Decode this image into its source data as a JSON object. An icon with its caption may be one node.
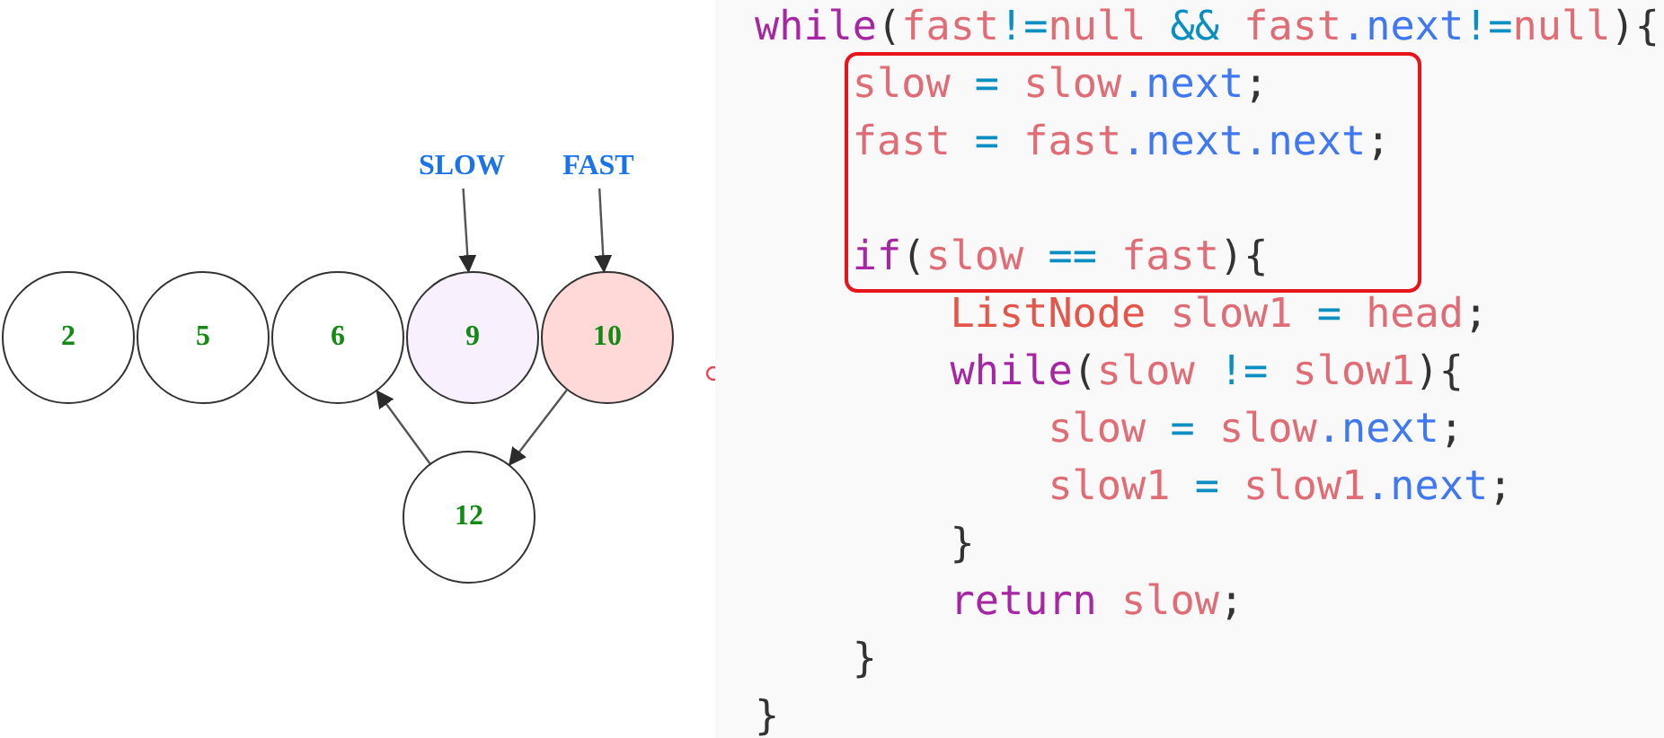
{
  "diagram": {
    "nodes": [
      {
        "text": [
          "2"
        ]
      },
      {
        "text": [
          "5"
        ]
      },
      {
        "text": [
          "6"
        ]
      },
      {
        "text": [
          "9"
        ]
      },
      {
        "text": [
          "10"
        ]
      },
      {
        "text": [
          "12"
        ]
      },
      {
        "text": [
          "SLOW"
        ]
      },
      {
        "text": [
          "FAST"
        ]
      },
      {
        "text": [
          "slow = slow.next;",
          "fast = fast.next.next;",
          "if(slow == fast){"
        ]
      }
    ],
    "edges": [
      {
        "from": 6,
        "to": 3,
        "arrow": "to"
      },
      {
        "from": 7,
        "to": 4,
        "arrow": "to"
      },
      {
        "from": 4,
        "to": 5,
        "arrow": "to"
      },
      {
        "from": 5,
        "to": 2,
        "arrow": "to"
      }
    ],
    "labels": [
      "while(fast!=null && fast.next!=null){",
      "ListNode slow1 = head;",
      "while(slow != slow1){",
      "slow = slow.next;",
      "slow1 = slow1.next;",
      "}",
      "return slow;",
      "}",
      "}"
    ]
  }
}
